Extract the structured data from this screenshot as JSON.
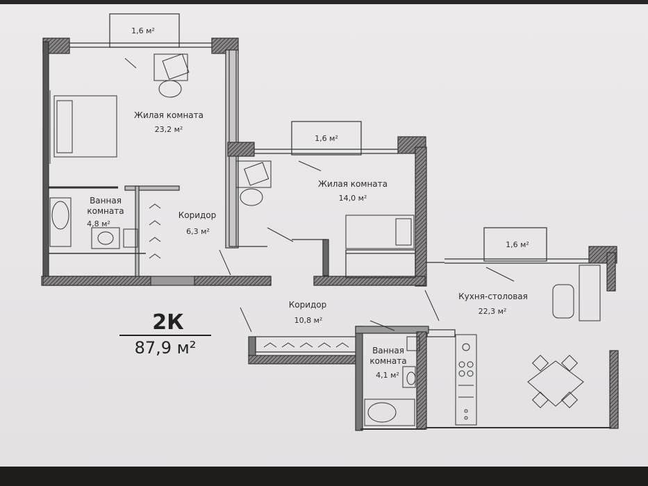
{
  "plan": {
    "apartment_type": "2К",
    "total_area": "87,9 м²",
    "rooms": [
      {
        "id": "living-1",
        "name": "Жилая комната",
        "area": "23,2 м²"
      },
      {
        "id": "bath-1",
        "name": "Ванная\nкомната",
        "area": "4,8 м²"
      },
      {
        "id": "corridor-1",
        "name": "Коридор",
        "area": "6,3 м²"
      },
      {
        "id": "living-2",
        "name": "Жилая комната",
        "area": "14,0 м²"
      },
      {
        "id": "corridor-2",
        "name": "Коридор",
        "area": "10,8 м²"
      },
      {
        "id": "kitchen",
        "name": "Кухня-столовая",
        "area": "22,3 м²"
      },
      {
        "id": "bath-2",
        "name": "Ванная\nкомната",
        "area": "4,1 м²"
      }
    ],
    "balconies": [
      {
        "id": "balcony-1",
        "area": "1,6 м²"
      },
      {
        "id": "balcony-2",
        "area": "1,6 м²"
      },
      {
        "id": "balcony-3",
        "area": "1,6 м²"
      }
    ]
  }
}
